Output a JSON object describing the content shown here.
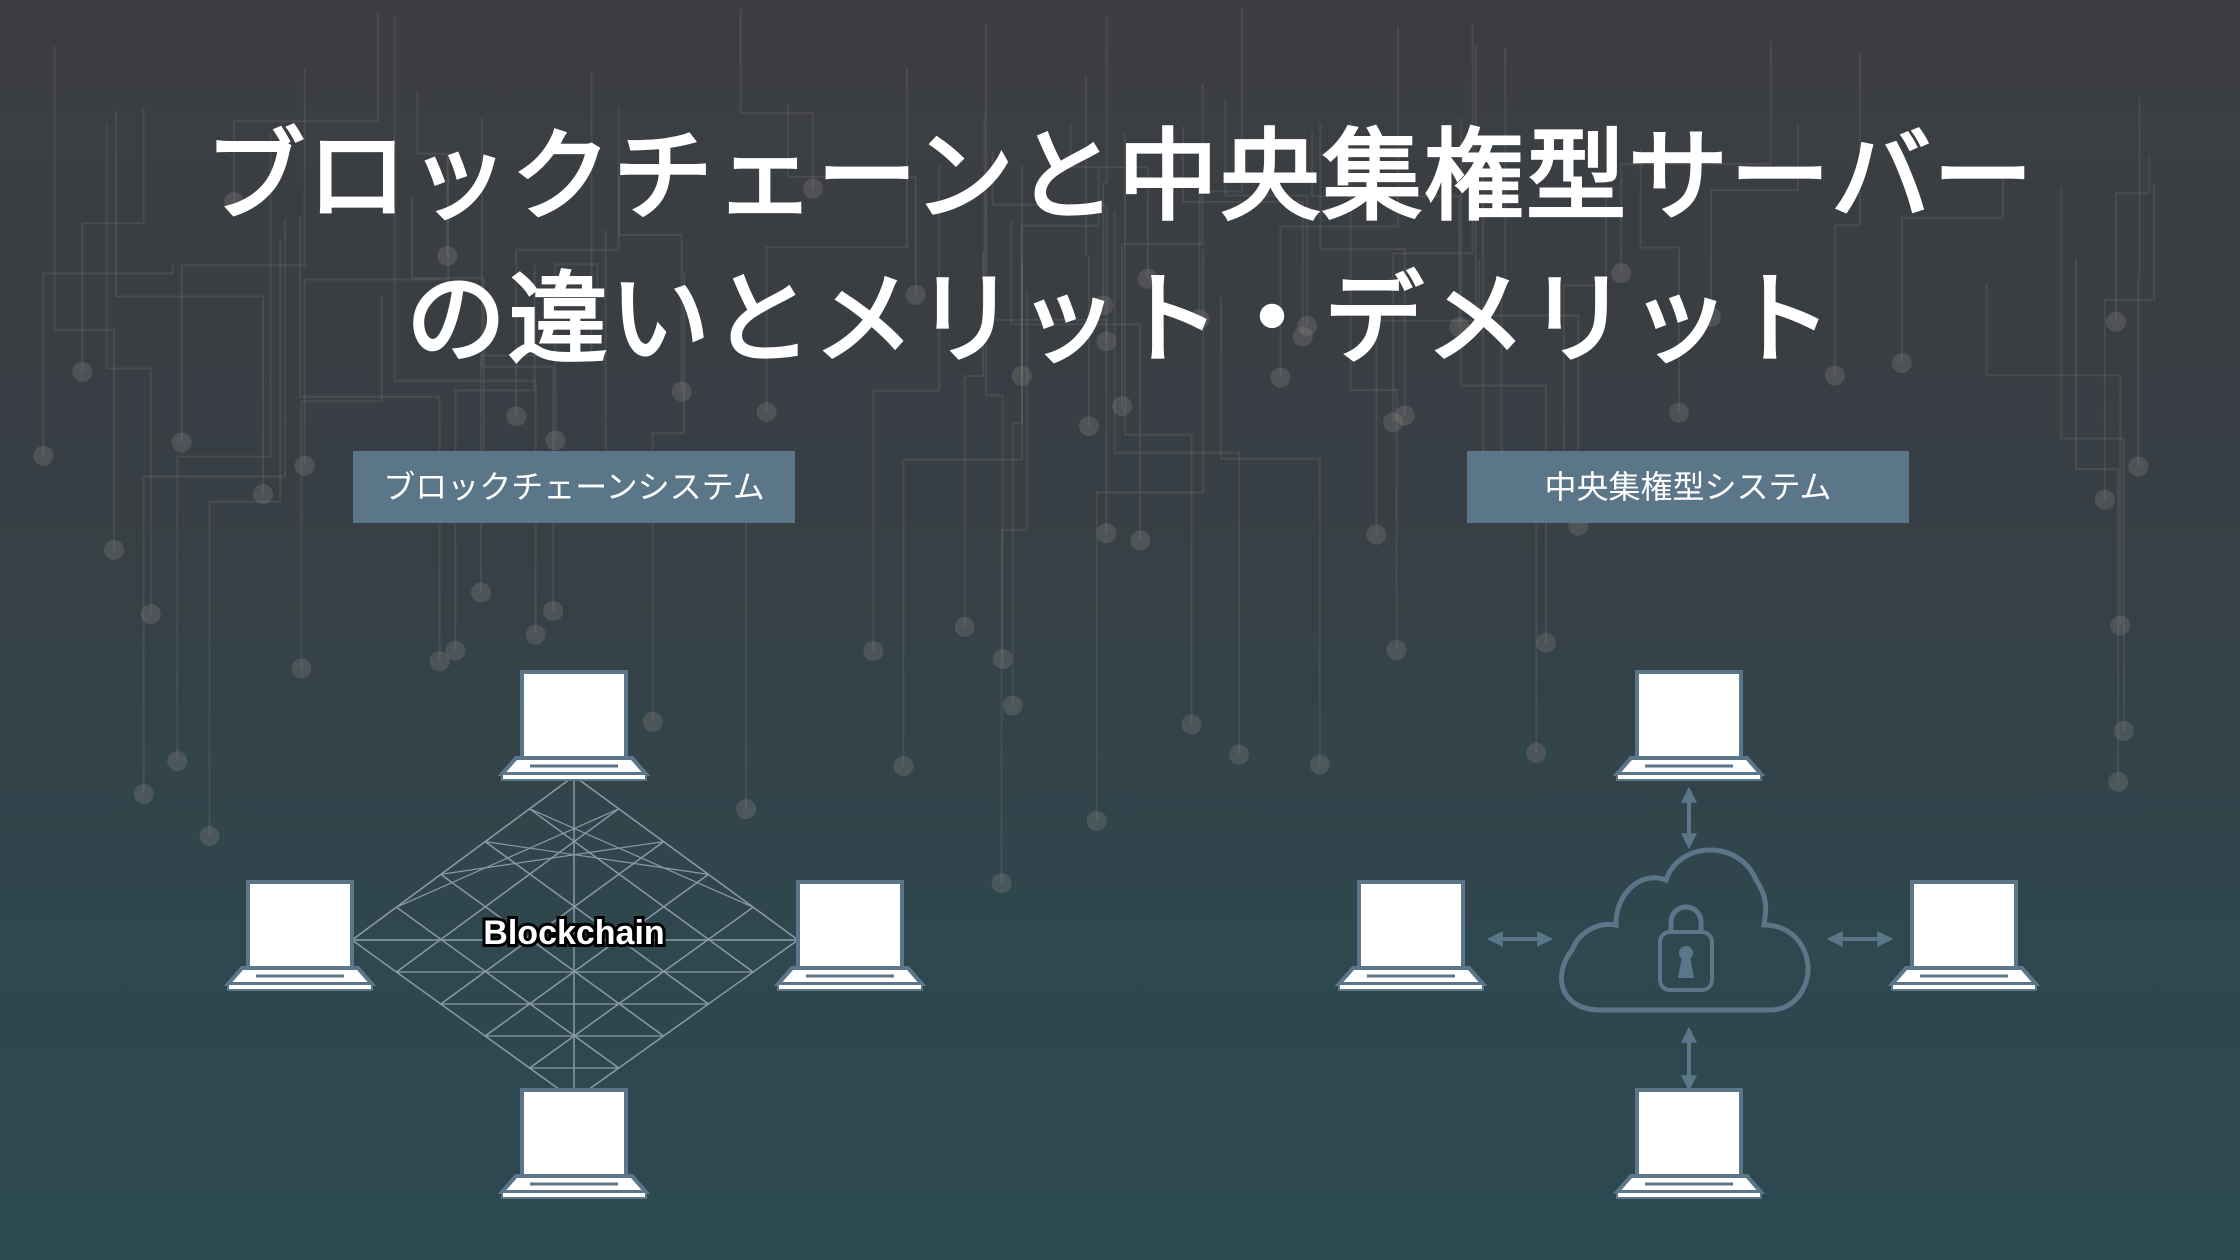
{
  "title": {
    "line1": "ブロックチェーンと中央集権型サーバー",
    "line2": "の違いとメリット・デメリット"
  },
  "blockchain_system": {
    "label": "ブロックチェーンシステム",
    "center_text": "Blockchain",
    "nodes": 4
  },
  "centralized_system": {
    "label": "中央集権型システム",
    "center_icon": "cloud-lock-icon",
    "nodes": 4
  },
  "colors": {
    "accent": "#5b7688",
    "laptop_screen": "#ffffff",
    "mesh": "#8a9aa8"
  }
}
